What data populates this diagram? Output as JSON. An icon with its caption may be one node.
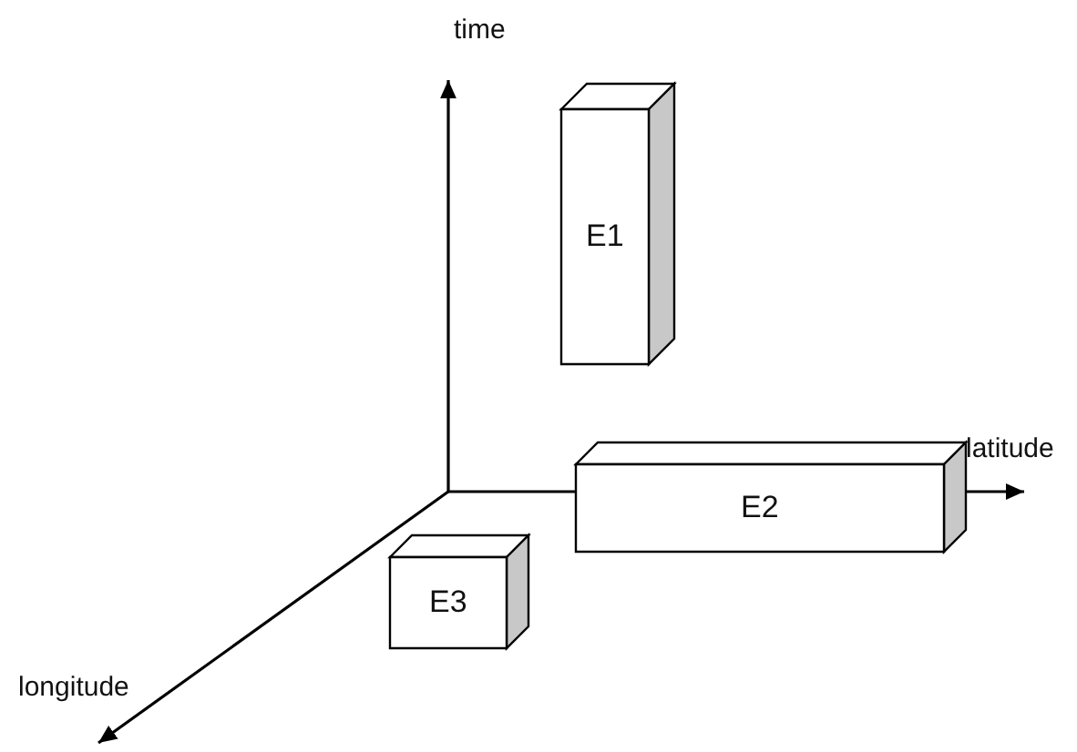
{
  "diagram": {
    "nodes": [
      {
        "text": [
          "E1"
        ]
      },
      {
        "text": [
          "E2"
        ]
      },
      {
        "text": [
          "E3"
        ]
      }
    ],
    "labels": [
      "time",
      "latitude",
      "longitude"
    ]
  }
}
